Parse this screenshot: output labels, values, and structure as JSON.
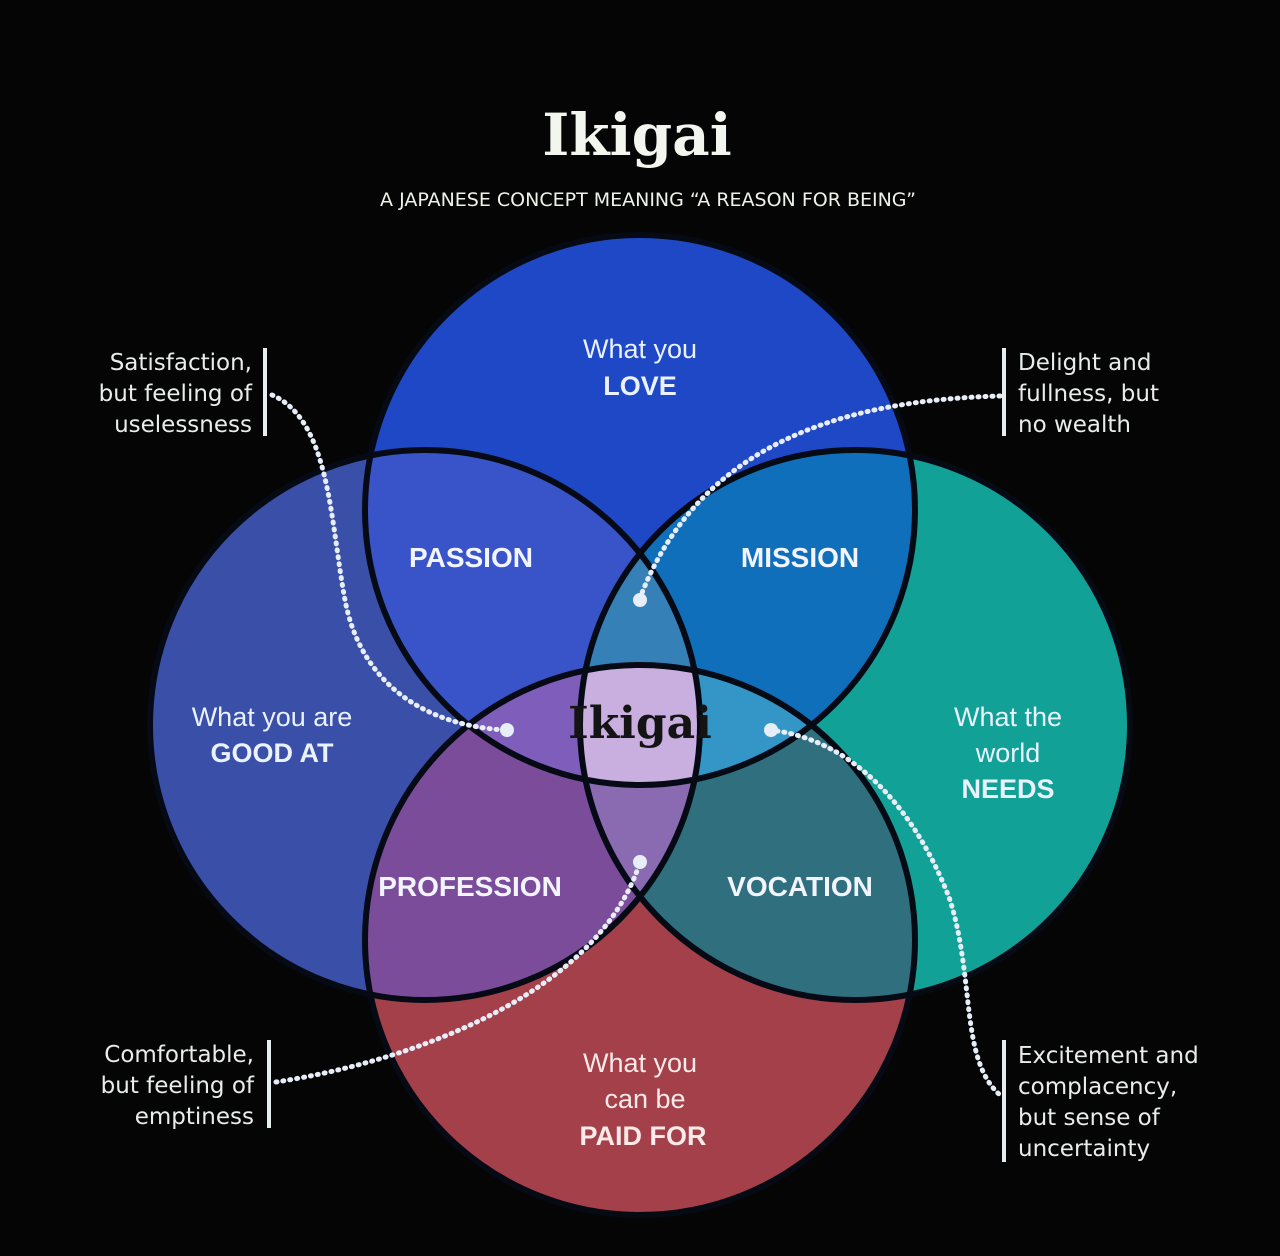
{
  "header": {
    "title": "Ikigai",
    "subtitle": "A JAPANESE CONCEPT MEANING “A REASON FOR BEING”"
  },
  "circles": {
    "love": {
      "line1": "What you",
      "line2": "LOVE",
      "color": "#1f48c6"
    },
    "good_at": {
      "line1": "What you are",
      "line2": "GOOD AT",
      "color": "#3a4fa8"
    },
    "needs": {
      "line1": "What the",
      "line2": "world",
      "line3": "NEEDS",
      "color": "#11a196"
    },
    "paid_for": {
      "line1": "What you",
      "line2": "can be",
      "line3": "PAID FOR",
      "color": "#a3404a"
    }
  },
  "overlaps": {
    "passion": {
      "label": "PASSION",
      "color": "#3954c8"
    },
    "mission": {
      "label": "MISSION",
      "color": "#0f6fba"
    },
    "profession": {
      "label": "PROFESSION",
      "color": "#7a4c9a"
    },
    "vocation": {
      "label": "VOCATION",
      "color": "#2f6f7e"
    },
    "love_needs_good_top": {
      "color": "#3580b6"
    },
    "good_paid_bottom": {
      "color": "#8a6ab0"
    },
    "left_triple": {
      "color": "#7f5dbb"
    },
    "right_triple": {
      "color": "#3496c6"
    },
    "center": {
      "label": "Ikigai",
      "color": "#c9aee0"
    }
  },
  "notes": {
    "top_left": [
      "Satisfaction,",
      "but feeling of",
      "uselessness"
    ],
    "top_right": [
      "Delight and",
      "fullness, but",
      "no wealth"
    ],
    "bottom_left": [
      "Comfortable,",
      "but feeling of",
      "emptiness"
    ],
    "bottom_right": [
      "Excitement and",
      "complacency,",
      "but sense of",
      "uncertainty"
    ]
  }
}
